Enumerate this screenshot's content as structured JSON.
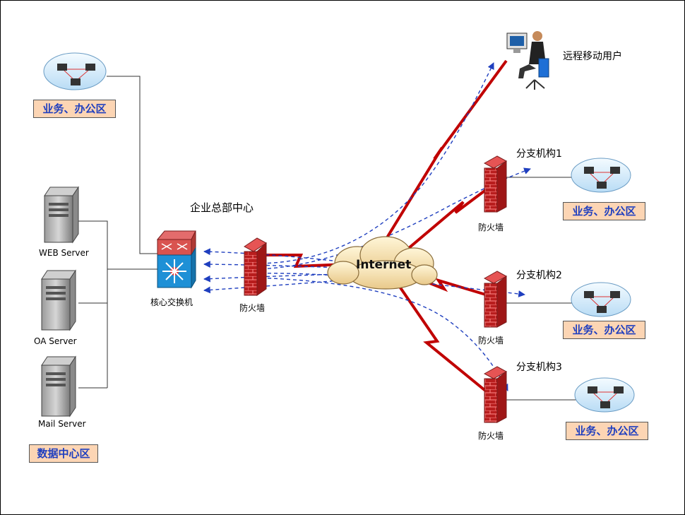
{
  "diagram": {
    "hq_title": "企业总部中心",
    "core_switch_label": "核心交换机",
    "firewall_label": "防火墙",
    "internet_label": "Internet",
    "remote_user_label": "远程移动用户",
    "servers": [
      "WEB Server",
      "OA Server",
      "Mail Server"
    ],
    "data_center_label": "数据中心区",
    "office_zone_label": "业务、办公区",
    "branches": [
      "分支机构1",
      "分支机构2",
      "分支机构3"
    ],
    "colors": {
      "link_red": "#c00000",
      "vpn_blue": "#1f3fbf",
      "zone_fill": "#fcd5b4",
      "zone_text": "#1f3fbf"
    }
  }
}
